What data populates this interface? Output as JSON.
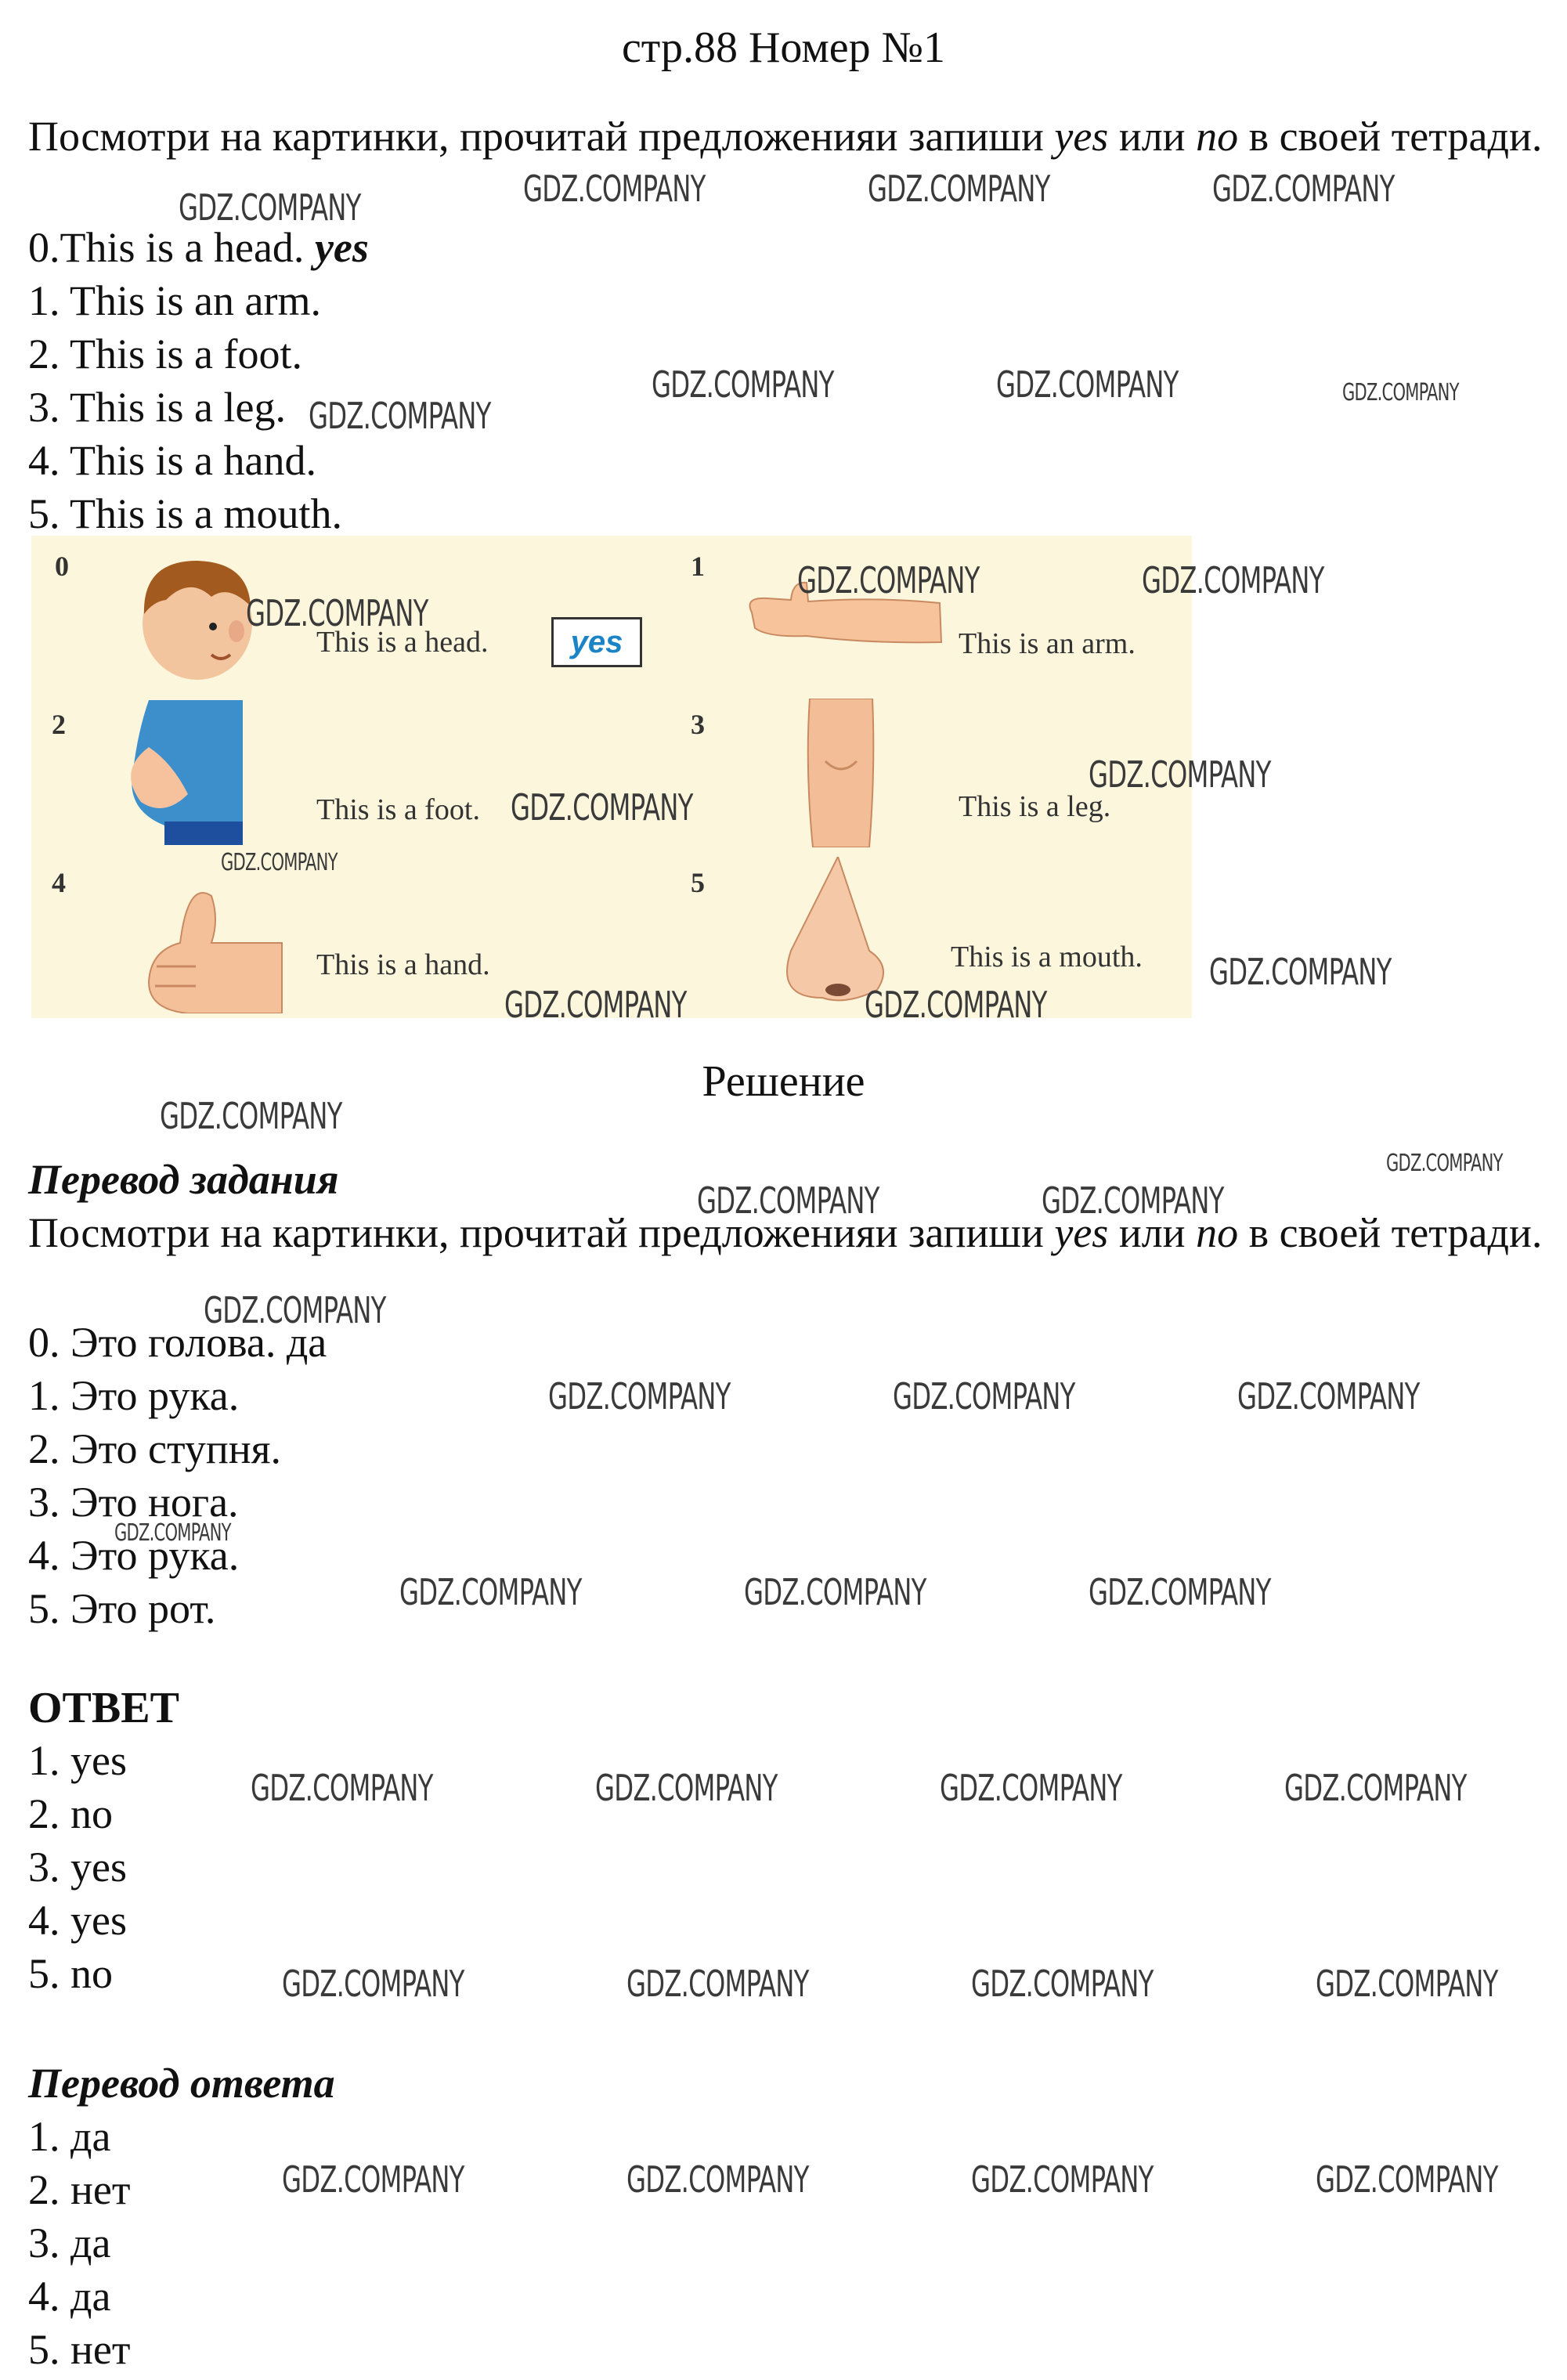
{
  "header": {
    "title": "стр.88 Номер №1"
  },
  "task": {
    "instruction_parts": [
      "Посмотри на картинки, прочитай предложенияи запиши ",
      "yes",
      " или ",
      "no",
      " в своей тетради."
    ],
    "sentences": [
      {
        "text": "0.This is a head. ",
        "answer": "yes"
      },
      {
        "text": "1. This is an arm."
      },
      {
        "text": "2. This is a foot."
      },
      {
        "text": "3. This is a leg."
      },
      {
        "text": "4. This is a hand."
      },
      {
        "text": "5. This is a mouth."
      }
    ]
  },
  "pictures": [
    {
      "num": "0",
      "caption": "This is a head.",
      "answer_box": "yes",
      "icon": "boy-head-icon"
    },
    {
      "num": "1",
      "caption": "This is an arm.",
      "icon": "arm-icon"
    },
    {
      "num": "2",
      "caption": "This is a foot.",
      "icon": "belly-icon"
    },
    {
      "num": "3",
      "caption": "This is a leg.",
      "icon": "knee-icon"
    },
    {
      "num": "4",
      "caption": "This is a hand.",
      "icon": "thumbs-up-hand-icon"
    },
    {
      "num": "5",
      "caption": "This is a mouth.",
      "icon": "nose-icon"
    }
  ],
  "solution": {
    "title": "Решение",
    "translation_heading": "Перевод задания",
    "instruction_parts": [
      "Посмотри на картинки, прочитай предложенияи запиши ",
      "yes",
      " или ",
      "no",
      " в своей тетради."
    ],
    "translated": [
      "0. Это голова. да",
      "1. Это рука.",
      "2. Это ступня.",
      "3. Это нога.",
      "4. Это рука.",
      "5. Это рот."
    ],
    "answer_heading": "ОТВЕТ",
    "answers": [
      "1. yes",
      "2. no",
      "3. yes",
      "4. yes",
      "5. no"
    ],
    "answer_translation_heading": "Перевод ответа",
    "answers_ru": [
      "1. да",
      "2. нет",
      "3. да",
      "4. да",
      "5. нет"
    ]
  },
  "watermark": {
    "text": "GDZ.COMPANY"
  }
}
